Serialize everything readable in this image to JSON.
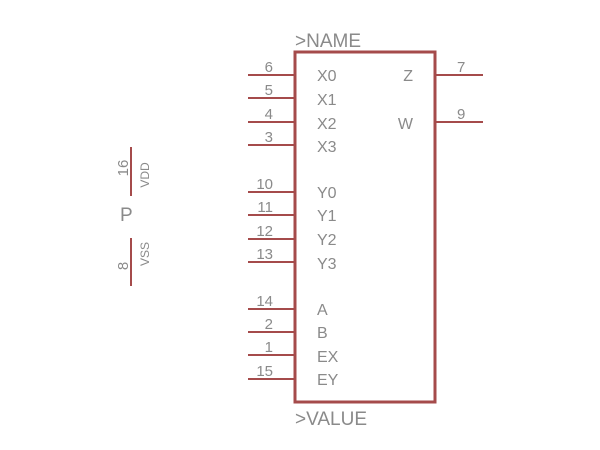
{
  "symbol": {
    "name_label": ">NAME",
    "value_label": ">VALUE",
    "stroke_color": "#a54b4b",
    "text_color": "#8a8a8a",
    "left_pins": [
      {
        "number": "6",
        "name": "X0"
      },
      {
        "number": "5",
        "name": "X1"
      },
      {
        "number": "4",
        "name": "X2"
      },
      {
        "number": "3",
        "name": "X3"
      },
      {
        "number": "10",
        "name": "Y0"
      },
      {
        "number": "11",
        "name": "Y1"
      },
      {
        "number": "12",
        "name": "Y2"
      },
      {
        "number": "13",
        "name": "Y3"
      },
      {
        "number": "14",
        "name": "A"
      },
      {
        "number": "2",
        "name": "B"
      },
      {
        "number": "1",
        "name": "EX"
      },
      {
        "number": "15",
        "name": "EY"
      }
    ],
    "right_pins": [
      {
        "number": "7",
        "name": "Z"
      },
      {
        "number": "9",
        "name": "W"
      }
    ]
  },
  "power": {
    "gate_label": "P",
    "pins": [
      {
        "number": "16",
        "name": "VDD"
      },
      {
        "number": "8",
        "name": "VSS"
      }
    ]
  }
}
